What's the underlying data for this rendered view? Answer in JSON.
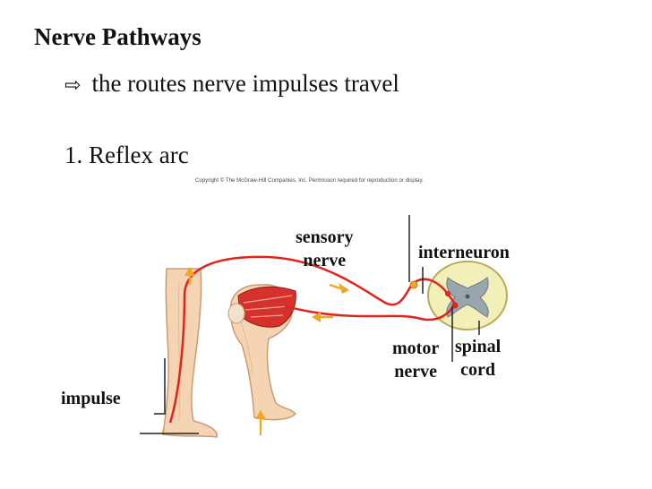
{
  "slide": {
    "title": "Nerve Pathways",
    "bullet_icon": "arrow-icon",
    "bullet_text": "the routes nerve impulses travel",
    "subheading": "1. Reflex arc"
  },
  "figure": {
    "copyright": "Copyright © The McGraw-Hill Companies, Inc. Permission required for reproduction or display.",
    "labels": {
      "sensory_1": "sensory",
      "sensory_2": "nerve",
      "interneuron": "interneuron",
      "motor_1": "motor",
      "motor_2": "nerve",
      "spinal_1": "spinal",
      "spinal_2": "cord",
      "impulse": "impulse"
    },
    "colors": {
      "nerve": "#e0241b",
      "skin": "#f5d4b4",
      "muscle": "#d4322b",
      "arrow": "#f2a623",
      "gray_matter": "#9aa6ad",
      "white_matter": "#f3efb8"
    }
  }
}
